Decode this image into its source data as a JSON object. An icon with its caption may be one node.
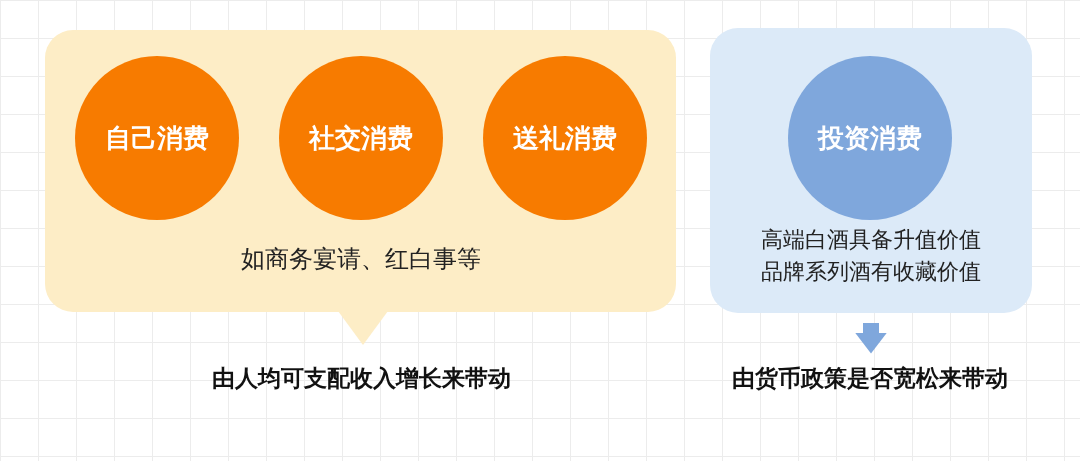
{
  "diagram": {
    "nodes": [
      {
        "text": [
          "如商务宴请、红白事等"
        ]
      },
      {
        "text": [
          "自己消费"
        ],
        "in": 0
      },
      {
        "text": [
          "社交消费"
        ],
        "in": 0
      },
      {
        "text": [
          "送礼消费"
        ],
        "in": 0
      },
      {
        "text": [
          "高端白酒具备升值价值",
          "品牌系列酒有收藏价值"
        ]
      },
      {
        "text": [
          "投资消费"
        ],
        "in": 4
      },
      {
        "text": [
          "由货币政策是否宽松来带动"
        ]
      }
    ],
    "edges": [
      {
        "from": 4,
        "to": 6,
        "arrow": "to"
      }
    ],
    "labels": [
      "由人均可支配收入增长来带动"
    ]
  }
}
